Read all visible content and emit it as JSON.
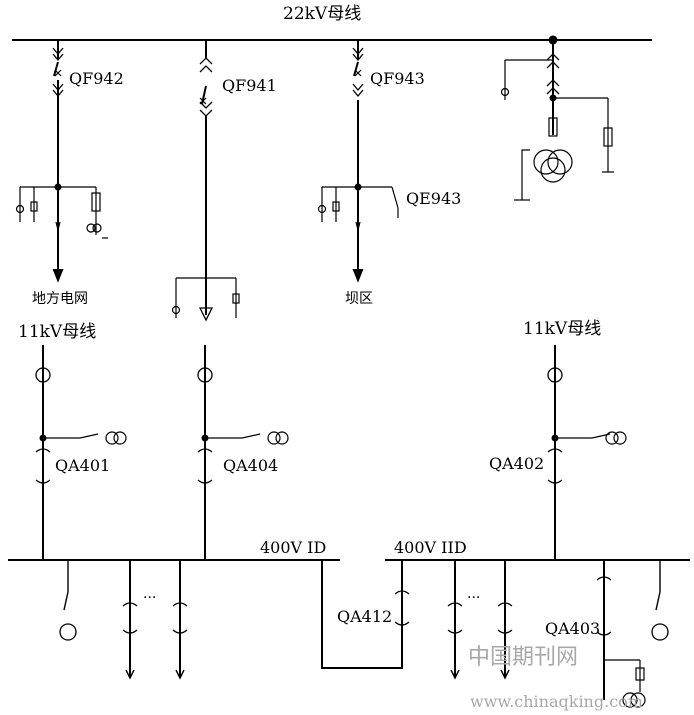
{
  "diagram": {
    "bus_22kv": "22kV母线",
    "bus_11kv_left": "11kV母线",
    "bus_11kv_right": "11kV母线",
    "bus_400v_1": "400V ID",
    "bus_400v_2": "400V IID",
    "breakers": {
      "qf942": "QF942",
      "qf941": "QF941",
      "qf943": "QF943",
      "qe943": "QE943",
      "qa401": "QA401",
      "qa404": "QA404",
      "qa402": "QA402",
      "qa412": "QA412",
      "qa403": "QA403"
    },
    "feeders": {
      "local_grid": "地方电网",
      "dam_area": "坝区"
    },
    "ellipsis_1": "...",
    "ellipsis_2": "...",
    "watermark_cn": "中国期刊网",
    "watermark_url": "www.chinaqking.com"
  },
  "colors": {
    "line": "#000000",
    "watermark": "#a8a8a8"
  }
}
